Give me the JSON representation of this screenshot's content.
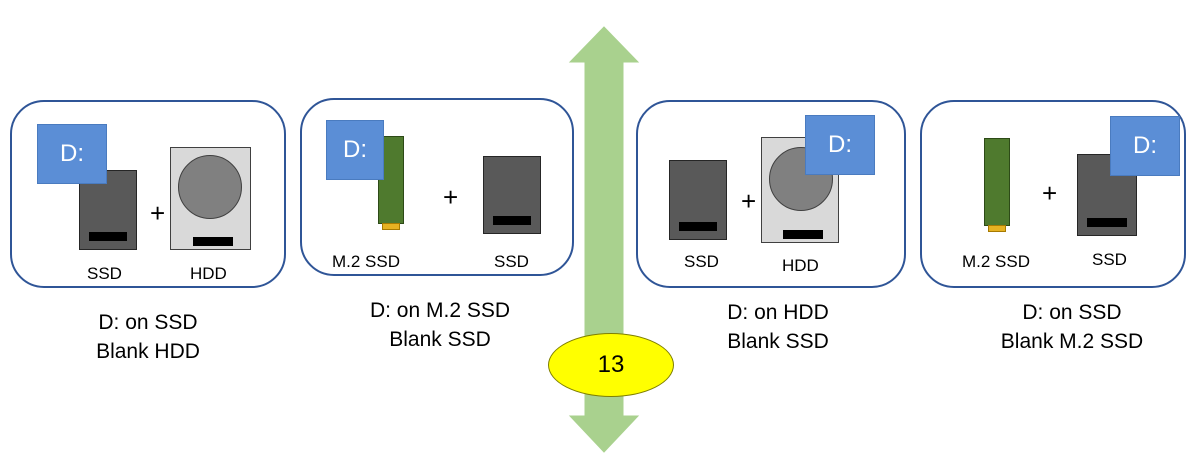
{
  "divider_arrow": {
    "color": "#a9d18e",
    "badge_label": "13",
    "badge_color": "#ffff00"
  },
  "accent_colors": {
    "panel_border": "#2f5597",
    "drive_letter_tag": "#5b8ed6"
  },
  "panels": [
    {
      "drive_letter": "D:",
      "plus": "+",
      "left_drive_label": "SSD",
      "right_drive_label": "HDD",
      "caption_line1": "D: on SSD",
      "caption_line2": "Blank HDD"
    },
    {
      "drive_letter": "D:",
      "plus": "+",
      "left_drive_label": "M.2 SSD",
      "right_drive_label": "SSD",
      "caption_line1": "D: on M.2 SSD",
      "caption_line2": "Blank SSD"
    },
    {
      "drive_letter": "D:",
      "plus": "+",
      "left_drive_label": "SSD",
      "right_drive_label": "HDD",
      "caption_line1": "D: on HDD",
      "caption_line2": "Blank SSD"
    },
    {
      "drive_letter": "D:",
      "plus": "+",
      "left_drive_label": "M.2 SSD",
      "right_drive_label": "SSD",
      "caption_line1": "D: on SSD",
      "caption_line2": "Blank M.2 SSD"
    }
  ]
}
